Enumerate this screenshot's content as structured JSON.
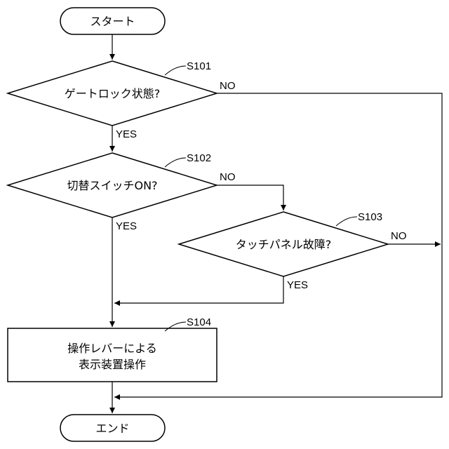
{
  "start": "スタート",
  "end": "エンド",
  "steps": {
    "s101": {
      "id": "S101",
      "text": "ゲートロック状態?"
    },
    "s102": {
      "id": "S102",
      "text": "切替スイッチON?"
    },
    "s103": {
      "id": "S103",
      "text": "タッチパネル故障?"
    },
    "s104": {
      "id": "S104",
      "line1": "操作レバーによる",
      "line2": "表示装置操作"
    }
  },
  "branches": {
    "yes": "YES",
    "no": "NO"
  }
}
